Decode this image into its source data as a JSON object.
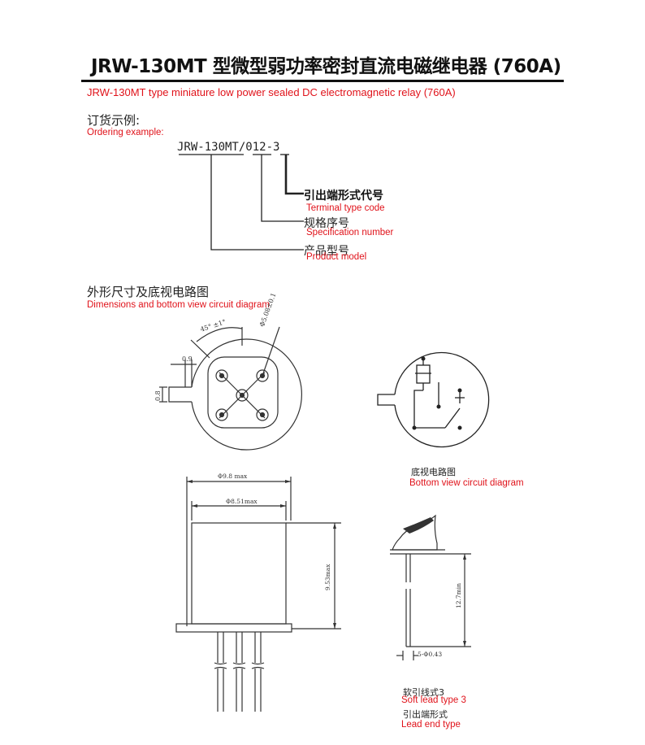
{
  "title": "JRW-130MT 型微型弱功率密封直流电磁继电器  (760A)",
  "subtitle": "JRW-130MT type miniature low power sealed DC electromagnetic relay (760A)",
  "ordering": {
    "heading_cn": "订货示例:",
    "heading_en": "Ordering example:",
    "model_code": "JRW-130MT/012-3",
    "terminal_cn": "引出端形式代号",
    "terminal_en": "Terminal type code",
    "spec_cn": "规格序号",
    "spec_en": "Specification number",
    "product_cn": "产品型号",
    "product_en": "Product model"
  },
  "dimensions": {
    "heading_cn": "外形尺寸及底视电路图",
    "heading_en": "Dimensions and bottom view circuit diagram",
    "angle_label": "45° ±1°",
    "pcd_label": "Φ5.08±0.1",
    "dim_09": "0.9",
    "dim_08": "0.8",
    "dia_max_label": "Φ9.8 max",
    "dia_inner_label": "Φ8.51max",
    "height_label": "9.53max",
    "lead_len_label": "12.7min",
    "lead_dia_label": "5-Φ0.43"
  },
  "bottom_view": {
    "label_cn": "底视电路图",
    "label_en": "Bottom view circuit diagram"
  },
  "lead": {
    "type_cn": "软引线式3",
    "type_en": "Soft lead type 3",
    "end_cn": "引出端形式",
    "end_en": "Lead end type"
  }
}
